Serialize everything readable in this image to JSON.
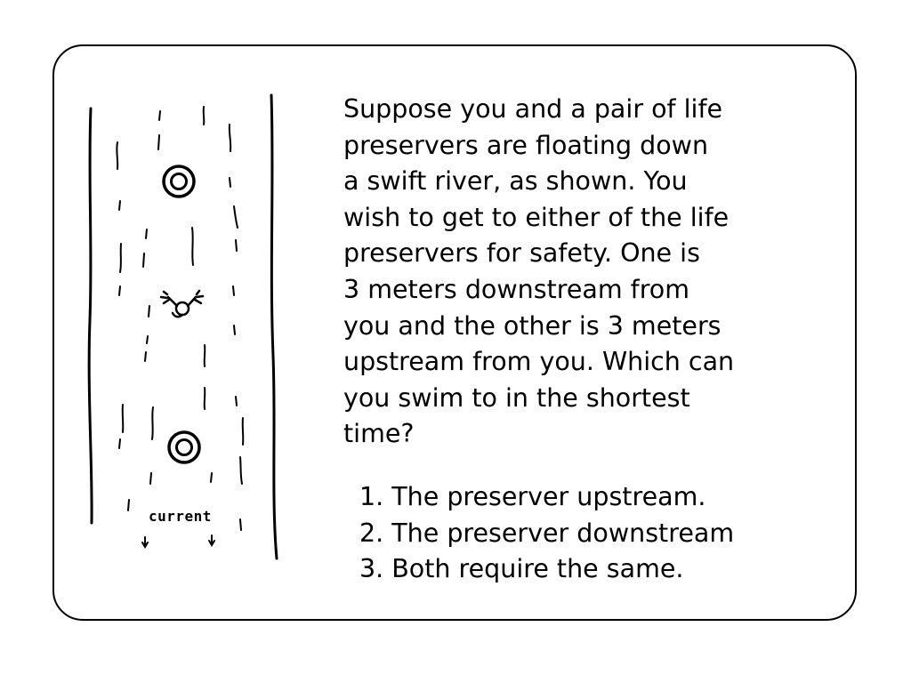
{
  "diagram": {
    "current_label": "current"
  },
  "question": {
    "text": "Suppose you and a pair of life\npreservers are floating down\na swift river, as shown. You\nwish to get to either of the life\npreservers for safety. One is\n3 meters downstream from\nyou and the other is 3 meters\nupstream from you. Which can\nyou swim to in the shortest\ntime?"
  },
  "options": [
    {
      "label": "1. The preserver upstream."
    },
    {
      "label": "2. The preserver downstream"
    },
    {
      "label": "3. Both require the same."
    }
  ]
}
